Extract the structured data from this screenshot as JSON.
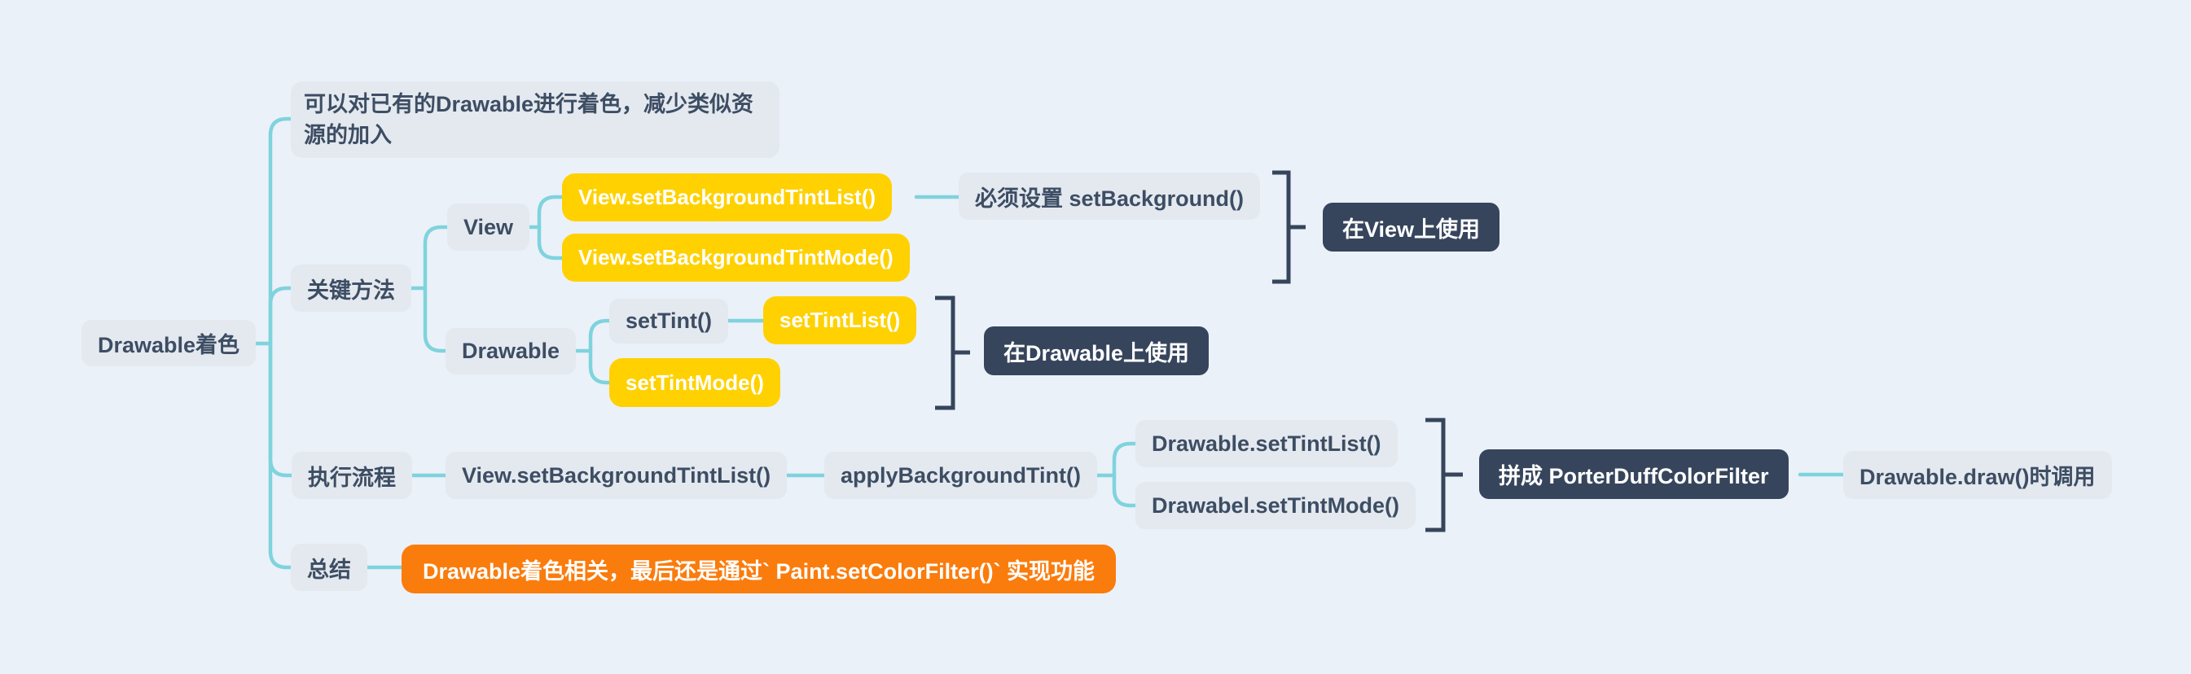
{
  "title": "Drawable着色 思维导图",
  "colors": {
    "canvas_bg": "#EBF1F9",
    "node_bg_gray": "#E4E9F0",
    "node_text_gray": "#3D4D63",
    "accent_yellow": "#FFD100",
    "accent_navy": "#36455C",
    "accent_orange": "#FA7C0D",
    "connector_teal": "#7FD3DD",
    "node_text_light": "#FFFFFF"
  },
  "nodes": {
    "root": {
      "label": "Drawable着色"
    },
    "note": {
      "label": "可以对已有的Drawable进行着色，减少类似资源的加入"
    },
    "key_methods": {
      "label": "关键方法"
    },
    "view": {
      "label": "View"
    },
    "view_set_bg_tint_list": {
      "label": "View.setBackgroundTintList()"
    },
    "view_set_bg_tint_mode": {
      "label": "View.setBackgroundTintMode()"
    },
    "must_set_background": {
      "label": "必须设置 setBackground()"
    },
    "use_on_view": {
      "label": "在View上使用"
    },
    "drawable": {
      "label": "Drawable"
    },
    "set_tint": {
      "label": "setTint()"
    },
    "set_tint_list": {
      "label": "setTintList()"
    },
    "set_tint_mode": {
      "label": "setTintMode()"
    },
    "use_on_drawable": {
      "label": "在Drawable上使用"
    },
    "exec_flow": {
      "label": "执行流程"
    },
    "flow_view_set_bg_tint_list": {
      "label": "View.setBackgroundTintList()"
    },
    "apply_background_tint": {
      "label": "applyBackgroundTint()"
    },
    "drawable_set_tint_list": {
      "label": "Drawable.setTintList()"
    },
    "drawabel_set_tint_mode": {
      "label": "Drawabel.setTintMode()"
    },
    "porter_duff": {
      "label": "拼成 PorterDuffColorFilter"
    },
    "drawable_draw": {
      "label": "Drawable.draw()时调用"
    },
    "summary": {
      "label": "总结"
    },
    "summary_note": {
      "label": "Drawable着色相关，最后还是通过` Paint.setColorFilter()` 实现功能"
    }
  }
}
